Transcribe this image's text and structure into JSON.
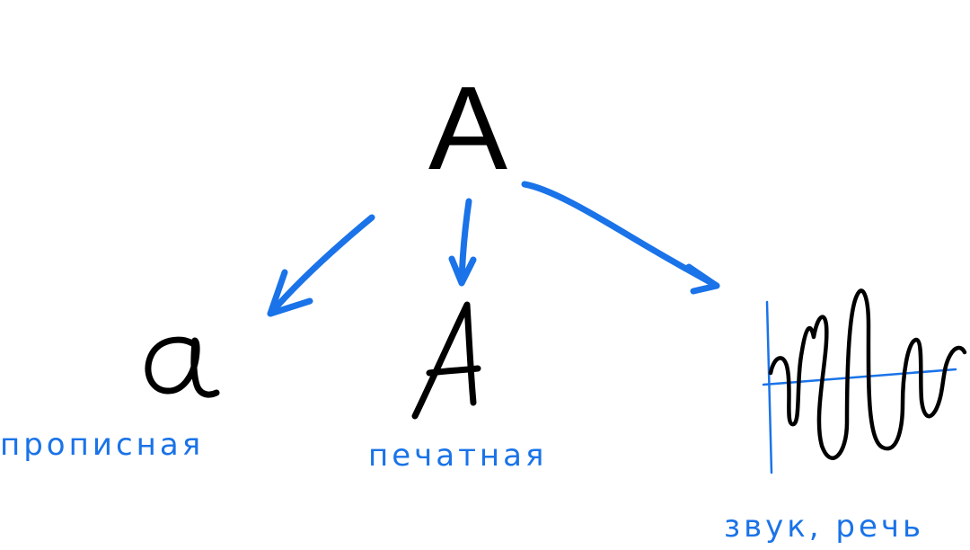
{
  "root": {
    "letter": "A"
  },
  "nodes": [
    {
      "id": "lowercase",
      "label": "прописная"
    },
    {
      "id": "printed",
      "label": "печатная"
    },
    {
      "id": "sound",
      "label": "звук, речь"
    }
  ],
  "colors": {
    "ink": "#000000",
    "accent": "#1a73e8"
  }
}
